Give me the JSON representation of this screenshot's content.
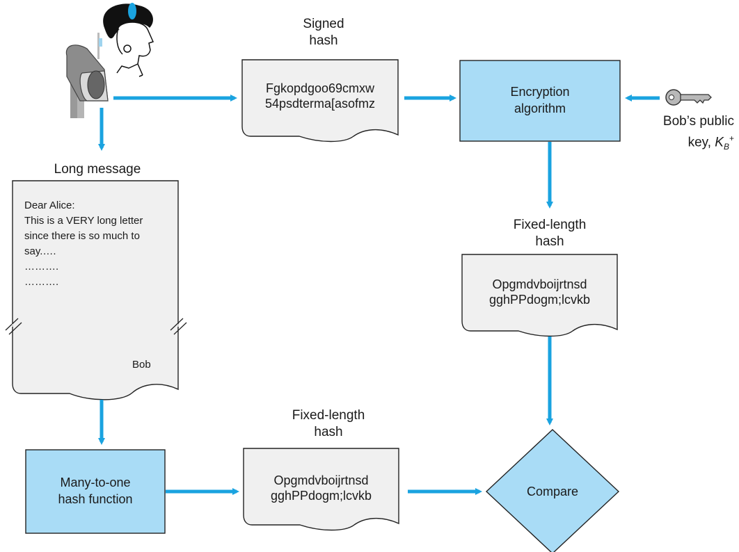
{
  "labels": {
    "signed_hash": [
      "Signed",
      "hash"
    ],
    "long_message": "Long message",
    "fixed_length_hash_top": [
      "Fixed-length",
      "hash"
    ],
    "fixed_length_hash_bottom": [
      "Fixed-length",
      "hash"
    ],
    "bobs_public_key": [
      "Bob’s public",
      "key,"
    ],
    "key_symbol": "K",
    "key_subscript": "B",
    "key_superscript": "+"
  },
  "signed_hash_doc": [
    "Fgkopdgoo69cmxw",
    "54psdterma[asofmz"
  ],
  "encryption_box": [
    "Encryption",
    "algorithm"
  ],
  "fixed_hash_doc_top": [
    "Opgmdvboijrtnsd",
    "gghPPdogm;lcvkb"
  ],
  "fixed_hash_doc_bottom": [
    "Opgmdvboijrtnsd",
    "gghPPdogm;lcvkb"
  ],
  "hash_function_box": [
    "Many-to-one",
    "hash function"
  ],
  "compare_diamond": "Compare",
  "letter": {
    "lines": [
      "Dear Alice:",
      "This is a VERY long letter",
      "since there is so much to",
      "say.….",
      "……….",
      "………."
    ],
    "signature": "Bob"
  },
  "colors": {
    "arrow": "#1aa3e0",
    "box_fill": "#a9dcf6",
    "doc_fill": "#f0f0f0",
    "stroke": "#222222"
  },
  "icons": [
    "mailbox-icon",
    "person-icon",
    "key-icon"
  ]
}
